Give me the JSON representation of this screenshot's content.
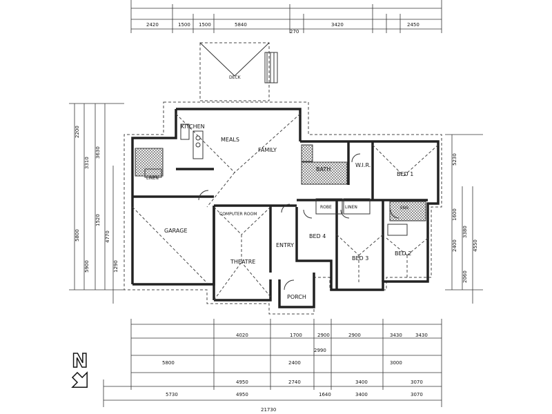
{
  "rooms": {
    "deck": "DECK",
    "kitchen": "KITCHEN",
    "meals": "MEALS",
    "family": "FAMILY",
    "garage": "GARAGE",
    "computer_room": "COMPUTER ROOM",
    "theatre": "THEATRE",
    "entry": "ENTRY",
    "porch": "PORCH",
    "bed4": "BED 4",
    "bed3": "BED 3",
    "bed2": "BED 2",
    "bed1": "BED 1",
    "bath": "BATH",
    "wir": "W.I.R.",
    "ens": "ENS",
    "linen": "LINEN",
    "robe": "ROBE"
  },
  "top_dims": [
    "2420",
    "1500",
    "1500",
    "5840",
    "270",
    "3420",
    "2450"
  ],
  "bottom_dims": {
    "row1": [
      "4020",
      "1700",
      "2900",
      "2900",
      "3430",
      "3430"
    ],
    "row2": [
      "5800",
      "2400",
      "2990",
      "3000"
    ],
    "row3": [
      "4950",
      "2740",
      "3400",
      "3070"
    ],
    "row4": [
      "5730",
      "4950",
      "1640",
      "3400",
      "3070"
    ],
    "total": "21730"
  },
  "left_dims": [
    "2200",
    "3310",
    "1520",
    "4770",
    "5800",
    "1290",
    "3630",
    "5900"
  ],
  "right_dims": [
    "5230",
    "1600",
    "2400",
    "3380",
    "2060",
    "4550"
  ],
  "north_label": "N"
}
